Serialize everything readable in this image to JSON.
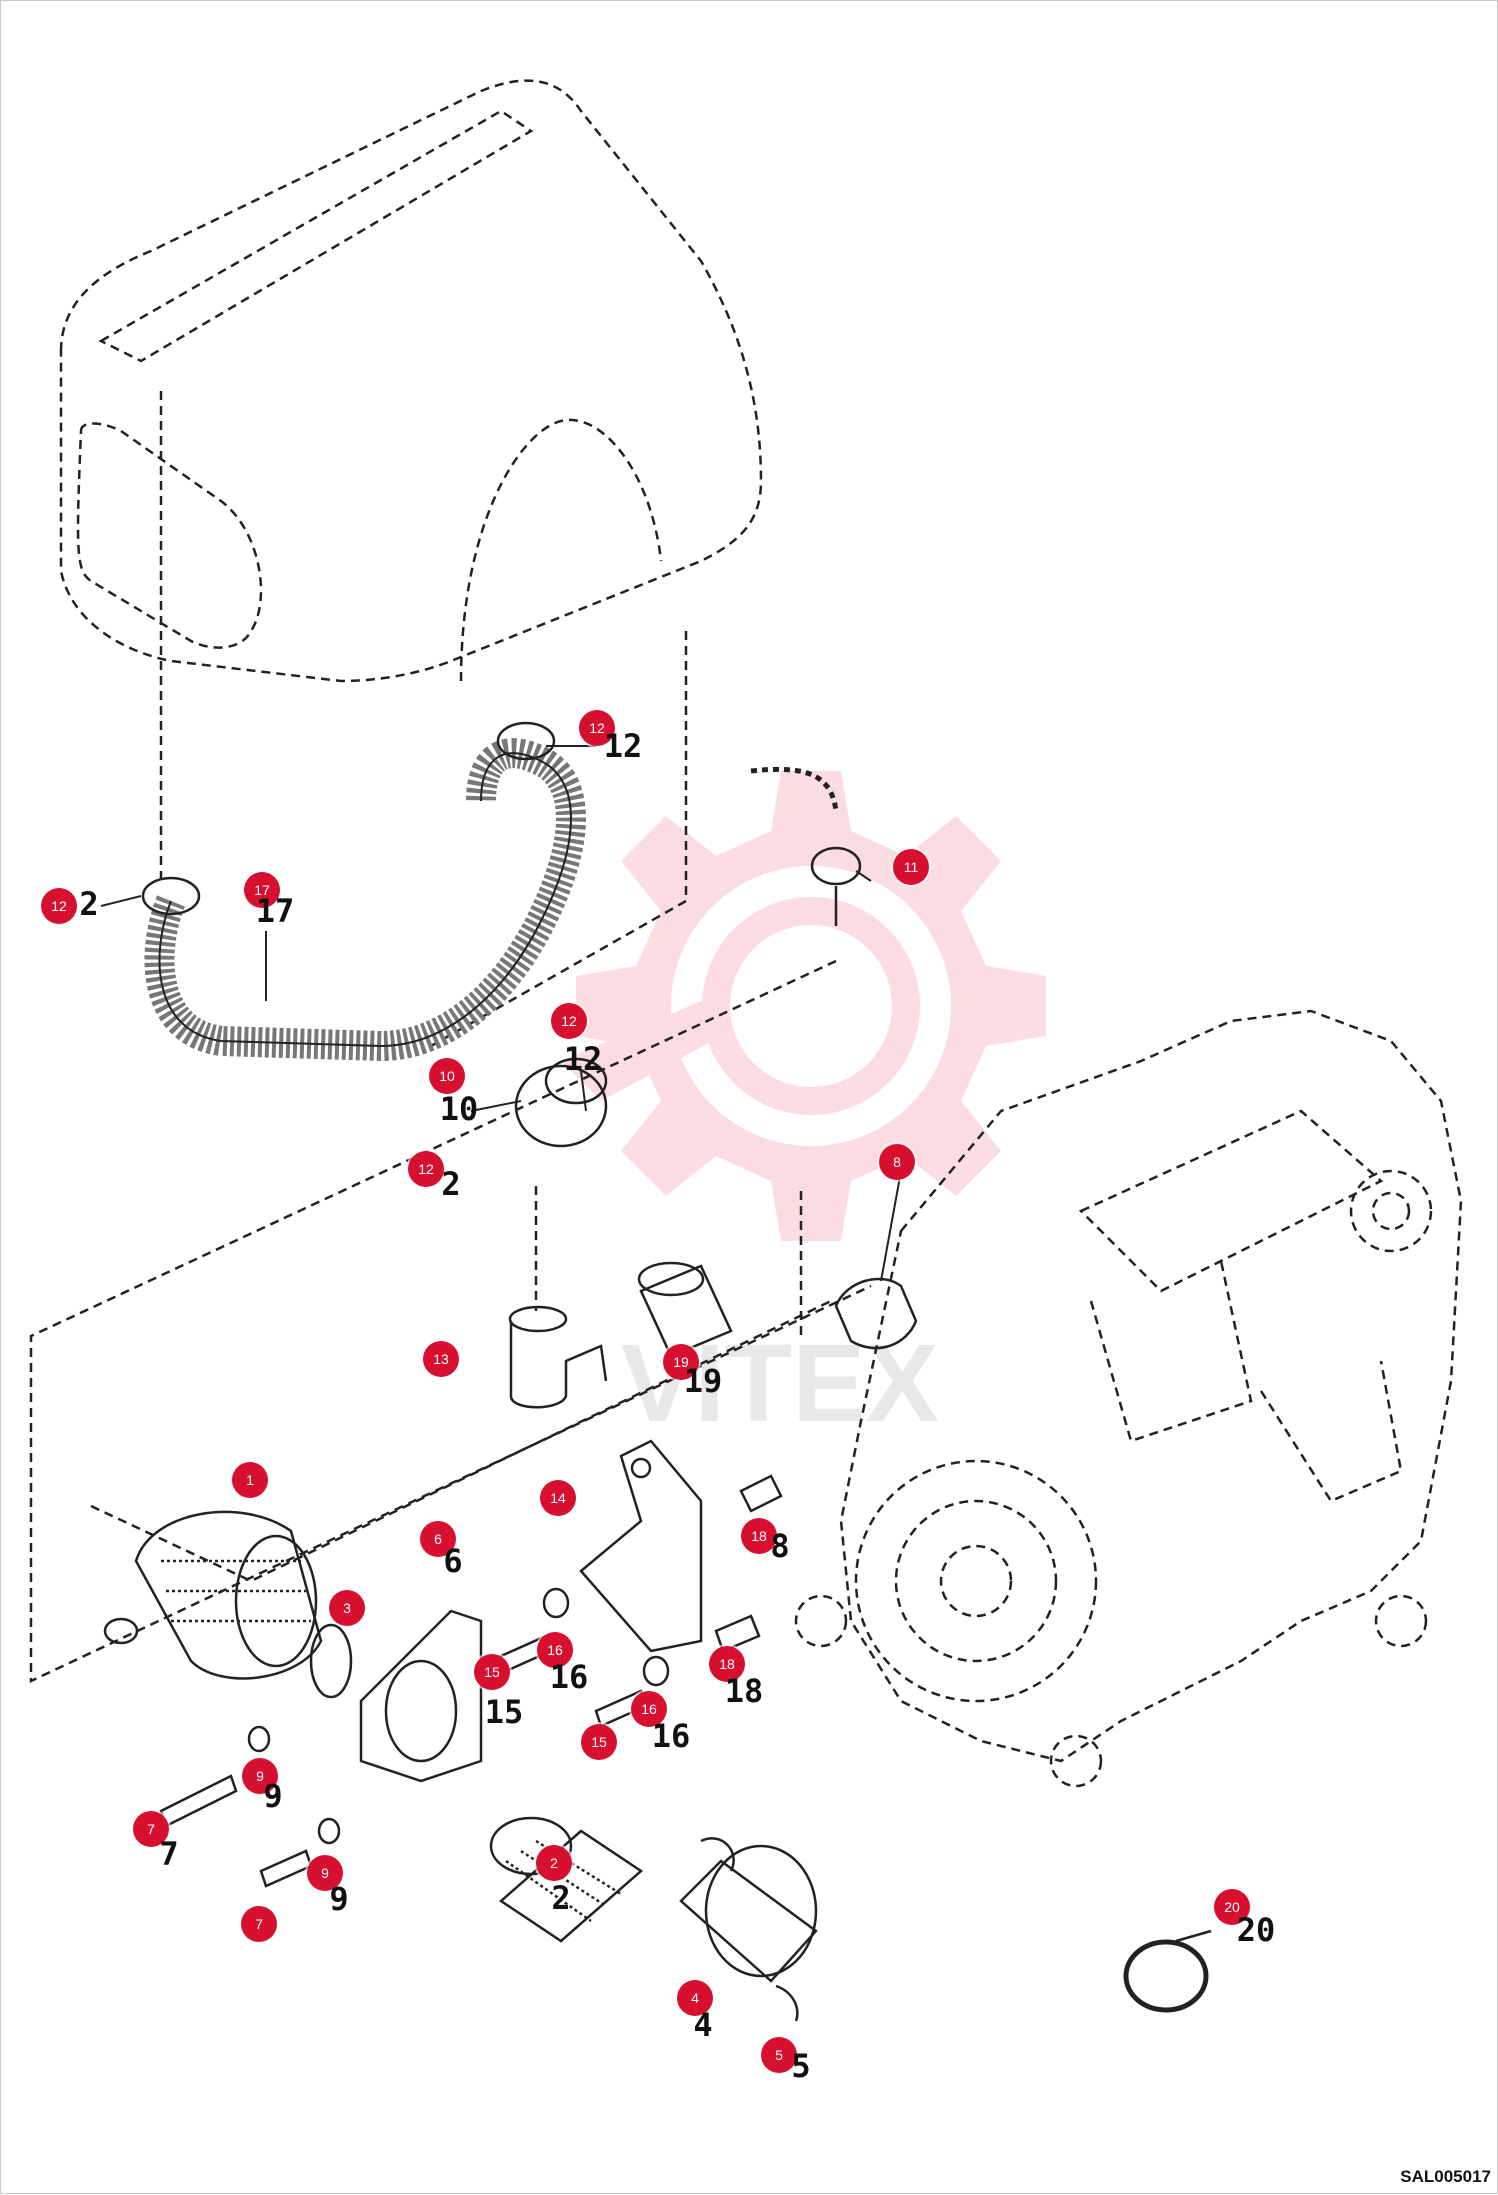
{
  "diagram": {
    "document_code": "SAL005017",
    "watermark_text": "VITEX",
    "accent_color": "#d6102e",
    "callouts": [
      {
        "id": "c1",
        "badge": "1",
        "number": ""
      },
      {
        "id": "c2",
        "badge": "2",
        "number": "2"
      },
      {
        "id": "c3",
        "badge": "3",
        "number": ""
      },
      {
        "id": "c4",
        "badge": "4",
        "number": "4"
      },
      {
        "id": "c5",
        "badge": "5",
        "number": "5"
      },
      {
        "id": "c6",
        "badge": "6",
        "number": "6"
      },
      {
        "id": "c7a",
        "badge": "7",
        "number": "7"
      },
      {
        "id": "c7b",
        "badge": "7",
        "number": ""
      },
      {
        "id": "c8",
        "badge": "8",
        "number": ""
      },
      {
        "id": "c9a",
        "badge": "9",
        "number": "9"
      },
      {
        "id": "c9b",
        "badge": "9",
        "number": "9"
      },
      {
        "id": "c10",
        "badge": "10",
        "number": "10"
      },
      {
        "id": "c11",
        "badge": "11",
        "number": ""
      },
      {
        "id": "c12a",
        "badge": "12",
        "number": "12"
      },
      {
        "id": "c12b",
        "badge": "12",
        "number": "2"
      },
      {
        "id": "c12c",
        "badge": "12",
        "number": "12"
      },
      {
        "id": "c12d",
        "badge": "12",
        "number": "2"
      },
      {
        "id": "c13",
        "badge": "13",
        "number": ""
      },
      {
        "id": "c14",
        "badge": "14",
        "number": ""
      },
      {
        "id": "c15a",
        "badge": "15",
        "number": "15"
      },
      {
        "id": "c15b",
        "badge": "15",
        "number": ""
      },
      {
        "id": "c16a",
        "badge": "16",
        "number": "16"
      },
      {
        "id": "c16b",
        "badge": "16",
        "number": "16"
      },
      {
        "id": "c17",
        "badge": "17",
        "number": "17"
      },
      {
        "id": "c18a",
        "badge": "18",
        "number": "8"
      },
      {
        "id": "c18b",
        "badge": "18",
        "number": "18"
      },
      {
        "id": "c19",
        "badge": "19",
        "number": "19"
      },
      {
        "id": "c20",
        "badge": "20",
        "number": "20"
      }
    ]
  }
}
